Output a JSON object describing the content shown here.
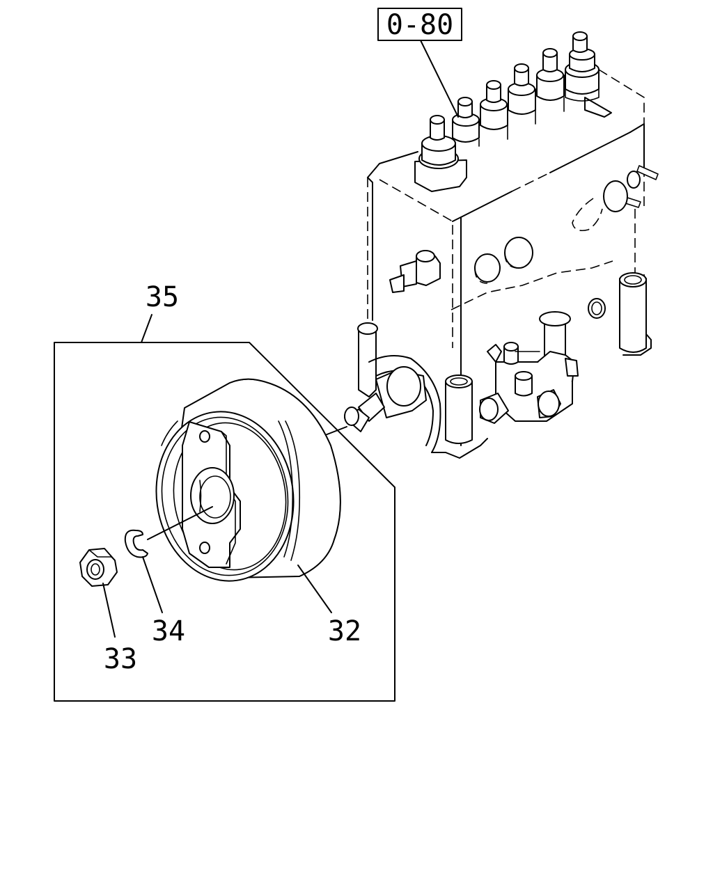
{
  "diagram": {
    "reference_label": "0-80",
    "callouts": {
      "assembly": "35",
      "flange": "32",
      "nut": "33",
      "washer": "34"
    }
  }
}
